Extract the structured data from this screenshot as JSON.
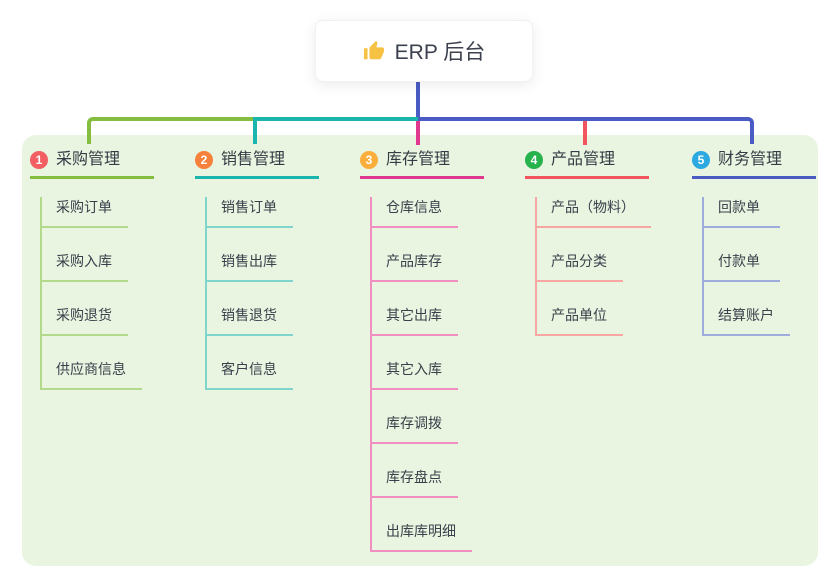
{
  "root_node": {
    "icon": "thumbs-up",
    "label": "ERP 后台"
  },
  "theme": {
    "canvas_bg": "#ffffff",
    "panel_bg": "#e9f5e1",
    "text_color": "#3a3f4a",
    "stem_color": "#4a5cc4",
    "bus_left_color": "#85bd41",
    "bus_mid_color": "#1ab5ad",
    "bus_right_color": "#4a5cc4",
    "inventory_drop_color": "#e0388f",
    "product_drop_color": "#f2555e",
    "thumb_color": "#f6c244"
  },
  "branches": [
    {
      "key": "purchase",
      "num": "1",
      "label": "采购管理",
      "badge_color": "#f25e62",
      "line_color": "#85bd41",
      "child_line_color": "#b2d98c",
      "children": [
        "采购订单",
        "采购入库",
        "采购退货",
        "供应商信息"
      ]
    },
    {
      "key": "sales",
      "num": "2",
      "label": "销售管理",
      "badge_color": "#f5813a",
      "line_color": "#1ab5ad",
      "child_line_color": "#7fd4cc",
      "children": [
        "销售订单",
        "销售出库",
        "销售退货",
        "客户信息"
      ]
    },
    {
      "key": "inventory",
      "num": "3",
      "label": "库存管理",
      "badge_color": "#fbae3c",
      "line_color": "#e0388f",
      "child_line_color": "#f08fc0",
      "children": [
        "仓库信息",
        "产品库存",
        "其它出库",
        "其它入库",
        "库存调拨",
        "库存盘点",
        "出库库明细"
      ]
    },
    {
      "key": "product",
      "num": "4",
      "label": "产品管理",
      "badge_color": "#27b24b",
      "line_color": "#f2555e",
      "child_line_color": "#f7a6a2",
      "children": [
        "产品（物料）",
        "产品分类",
        "产品单位"
      ]
    },
    {
      "key": "finance",
      "num": "5",
      "label": "财务管理",
      "badge_color": "#2ba9e0",
      "line_color": "#4a5cc4",
      "child_line_color": "#9fabdc",
      "children": [
        "回款单",
        "付款单",
        "结算账户"
      ]
    }
  ]
}
